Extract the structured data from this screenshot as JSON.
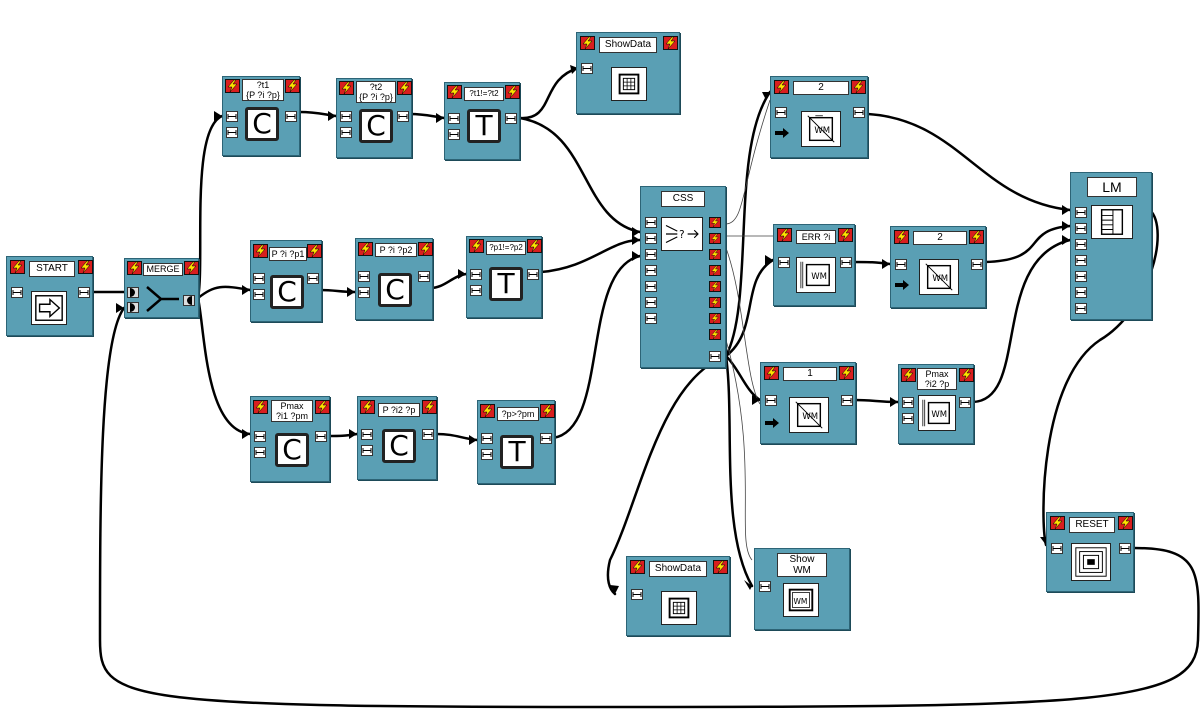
{
  "diagram": {
    "nodes": {
      "start": {
        "title": "START"
      },
      "merge": {
        "title": "MERGE"
      },
      "c1": {
        "title": "?t1\n{P ?i ?p}",
        "letter": "C"
      },
      "c2": {
        "title": "?t2\n{P ?i ?p}",
        "letter": "C"
      },
      "t1": {
        "title": "?t1!=?t2",
        "letter": "T"
      },
      "show1": {
        "title": "ShowData"
      },
      "c3": {
        "title": "P ?i ?p1",
        "letter": "C"
      },
      "c4": {
        "title": "P ?i ?p2",
        "letter": "C"
      },
      "t2": {
        "title": "?p1!=?p2",
        "letter": "T"
      },
      "c5": {
        "title": "Pmax\n?i1 ?pm",
        "letter": "C"
      },
      "c6": {
        "title": "P ?i2 ?p",
        "letter": "C"
      },
      "t3": {
        "title": "?p>?pm",
        "letter": "T"
      },
      "css": {
        "title": "CSS"
      },
      "wm2a": {
        "title": "2"
      },
      "err": {
        "title": "ERR ?i"
      },
      "wm2b": {
        "title": "2"
      },
      "wm1": {
        "title": "1"
      },
      "pmax": {
        "title": "Pmax\n?i2 ?p"
      },
      "lm": {
        "title": "LM"
      },
      "reset": {
        "title": "RESET"
      },
      "show2": {
        "title": "ShowData"
      },
      "showwm": {
        "title": "Show\nWM"
      }
    }
  }
}
